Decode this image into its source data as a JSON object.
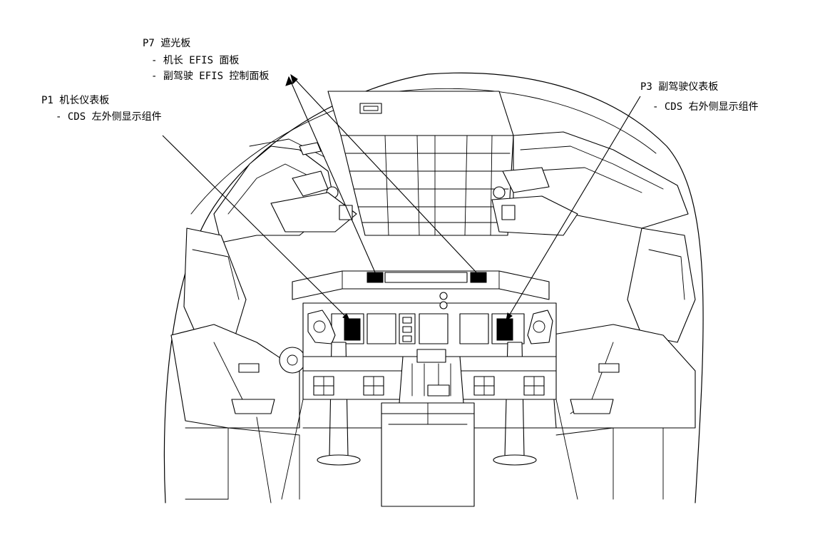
{
  "labels": {
    "p7": {
      "title": "P7 遮光板",
      "items": [
        "-  机长 EFIS 面板",
        "-  副驾驶 EFIS 控制面板"
      ]
    },
    "p1": {
      "title": "P1 机长仪表板",
      "items": [
        "-  CDS 左外侧显示组件"
      ]
    },
    "p3": {
      "title": "P3 副驾驶仪表板",
      "items": [
        "-  CDS 右外侧显示组件"
      ]
    }
  },
  "colors": {
    "ink": "#000000",
    "paper": "#ffffff"
  }
}
